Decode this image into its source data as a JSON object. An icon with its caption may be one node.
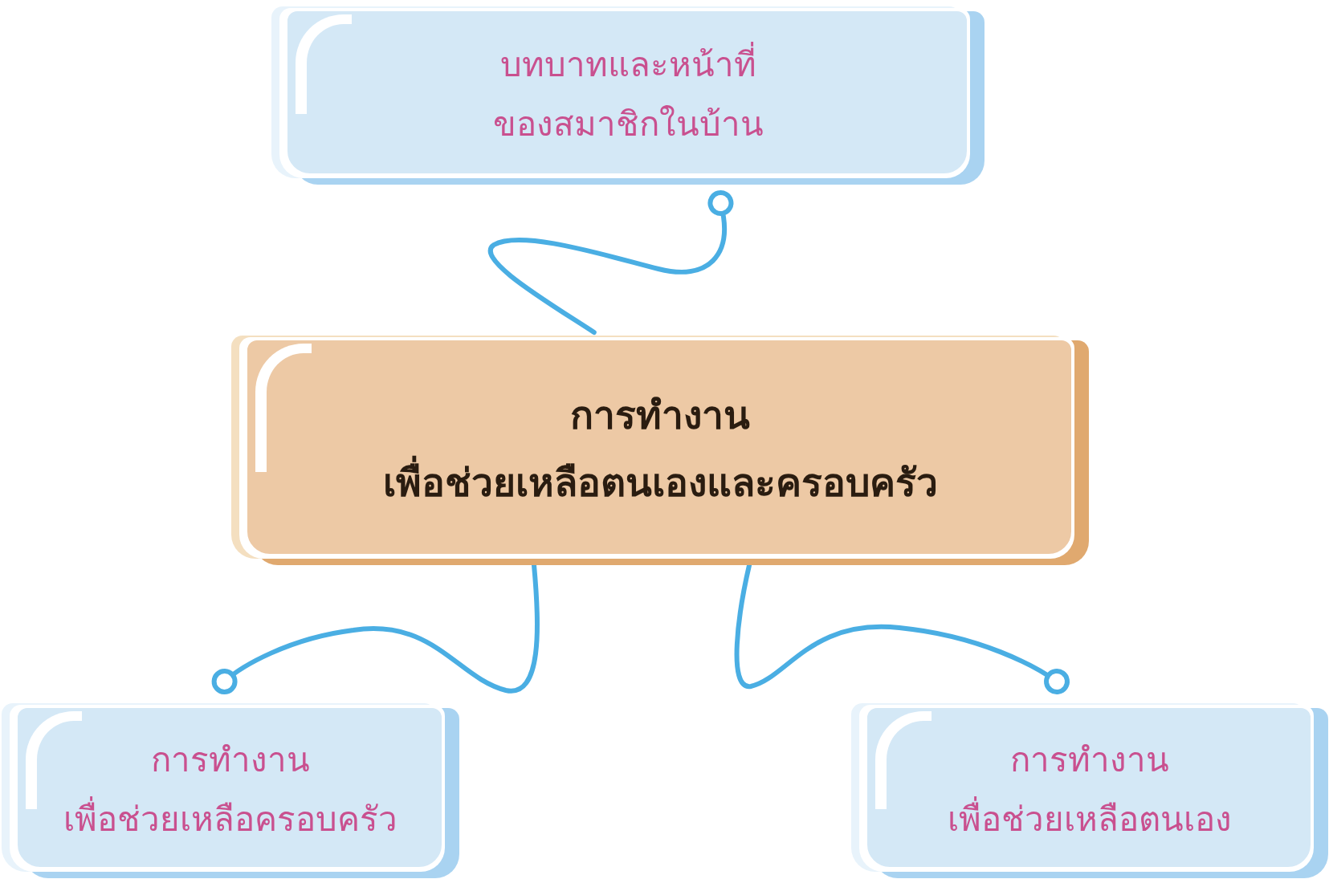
{
  "diagram": {
    "nodes": [
      {
        "text": [
          "บทบาทและหน้าที่ ของสมาชิกในบ้าน"
        ]
      },
      {
        "text": [
          "การทำงาน เพื่อช่วยเหลือตนเองและครอบครัว"
        ]
      },
      {
        "text": [
          "การทำงาน เพื่อช่วยเหลือครอบครัว"
        ]
      },
      {
        "text": [
          "การทำงาน เพื่อช่วยเหลือตนเอง"
        ]
      }
    ],
    "edges": [
      {
        "from": 1,
        "to": 0,
        "arrow": "other"
      },
      {
        "from": 1,
        "to": 2,
        "arrow": "other"
      },
      {
        "from": 1,
        "to": 3,
        "arrow": "other"
      }
    ]
  }
}
